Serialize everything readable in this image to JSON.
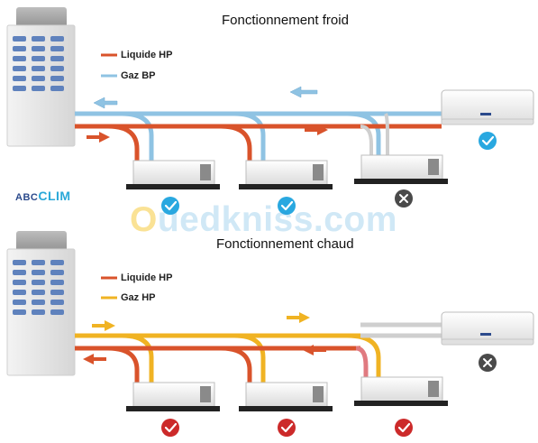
{
  "watermark": {
    "prefix": "O",
    "text": "uedkniss.com"
  },
  "brand": {
    "part1": "ABC",
    "part2": "CLIM"
  },
  "colors": {
    "liquid_hp": "#d9532b",
    "gas_bp": "#8fc3e3",
    "gas_hp": "#f0b323",
    "check_blue": "#29a8e0",
    "check_red": "#cc2a2a",
    "disabled": "#4a4a4a",
    "idle_pipe": "#cfcfcf"
  },
  "cooling": {
    "title": "Fonctionnement froid",
    "legend": [
      {
        "label": "Liquide HP",
        "color": "#d9532b"
      },
      {
        "label": "Gaz BP",
        "color": "#8fc3e3"
      }
    ],
    "units": [
      {
        "type": "cassette",
        "status": "check-icon",
        "status_color": "#29a8e0"
      },
      {
        "type": "cassette",
        "status": "check-icon",
        "status_color": "#29a8e0"
      },
      {
        "type": "cassette",
        "status": "cross-icon",
        "status_color": "#4a4a4a"
      },
      {
        "type": "wall-split",
        "status": "check-icon",
        "status_color": "#29a8e0"
      }
    ]
  },
  "heating": {
    "title": "Fonctionnement chaud",
    "legend": [
      {
        "label": "Liquide HP",
        "color": "#d9532b"
      },
      {
        "label": "Gaz HP",
        "color": "#f0b323"
      }
    ],
    "units": [
      {
        "type": "cassette",
        "status": "check-icon",
        "status_color": "#cc2a2a"
      },
      {
        "type": "cassette",
        "status": "check-icon",
        "status_color": "#cc2a2a"
      },
      {
        "type": "cassette",
        "status": "check-icon",
        "status_color": "#cc2a2a"
      },
      {
        "type": "wall-split",
        "status": "cross-icon",
        "status_color": "#4a4a4a"
      }
    ]
  }
}
